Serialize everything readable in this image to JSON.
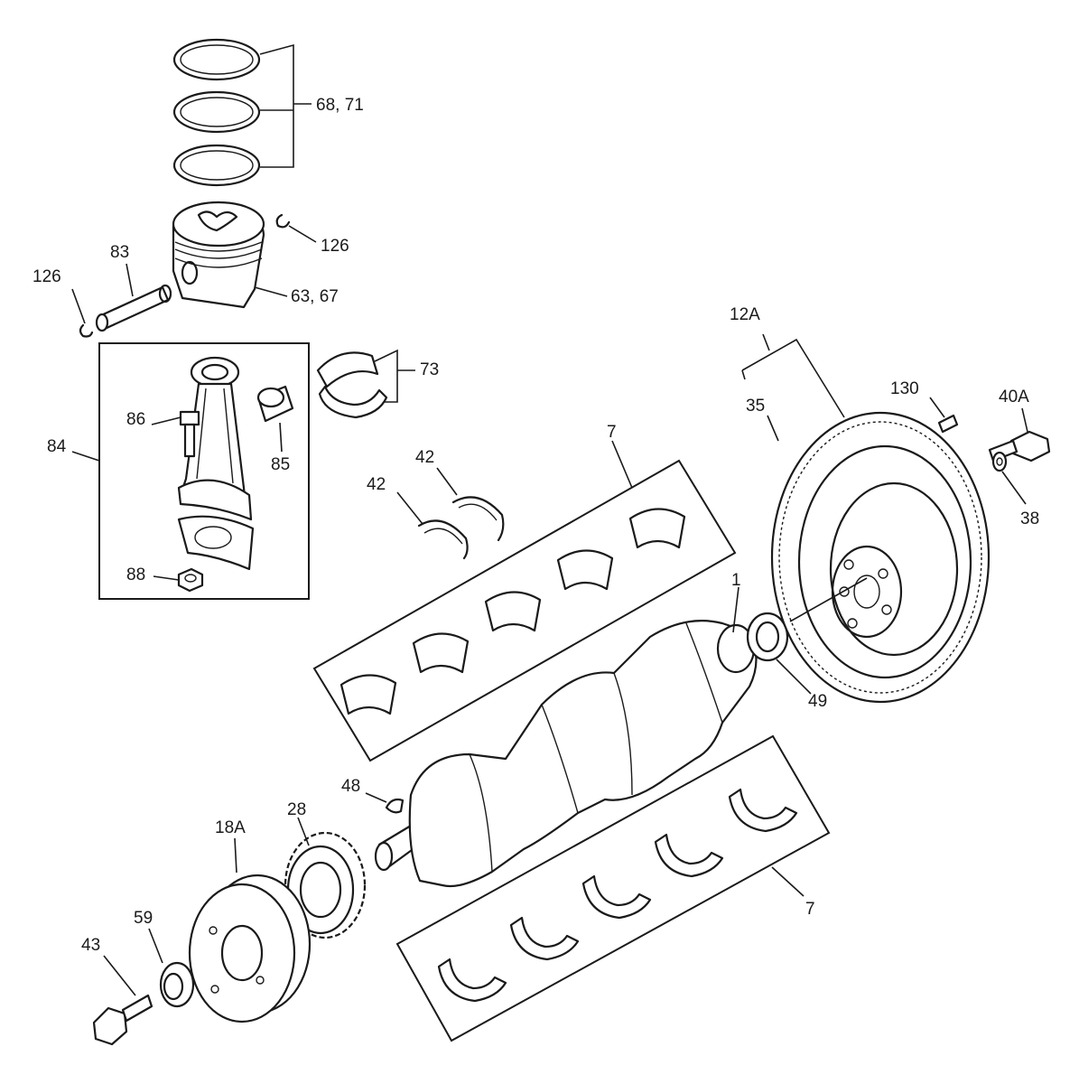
{
  "labels": {
    "rings": "68, 71",
    "piston": "63, 67",
    "clip_right": "126",
    "clip_left": "126",
    "pin": "83",
    "rod_bearing": "73",
    "rod_bolt": "86",
    "bushing": "85",
    "rod_assembly": "84",
    "rod_nut": "88",
    "thrust_a": "42",
    "thrust_b": "42",
    "main_bearing_upper": "7",
    "main_bearing_lower": "7",
    "crankshaft": "1",
    "flywheel_assy": "12A",
    "ring_gear": "35",
    "dowel": "130",
    "fly_bolt": "40A",
    "washer": "38",
    "pilot_bearing": "49",
    "key": "48",
    "gear": "28",
    "pulley": "18A",
    "spacer": "59",
    "pulley_bolt": "43"
  }
}
